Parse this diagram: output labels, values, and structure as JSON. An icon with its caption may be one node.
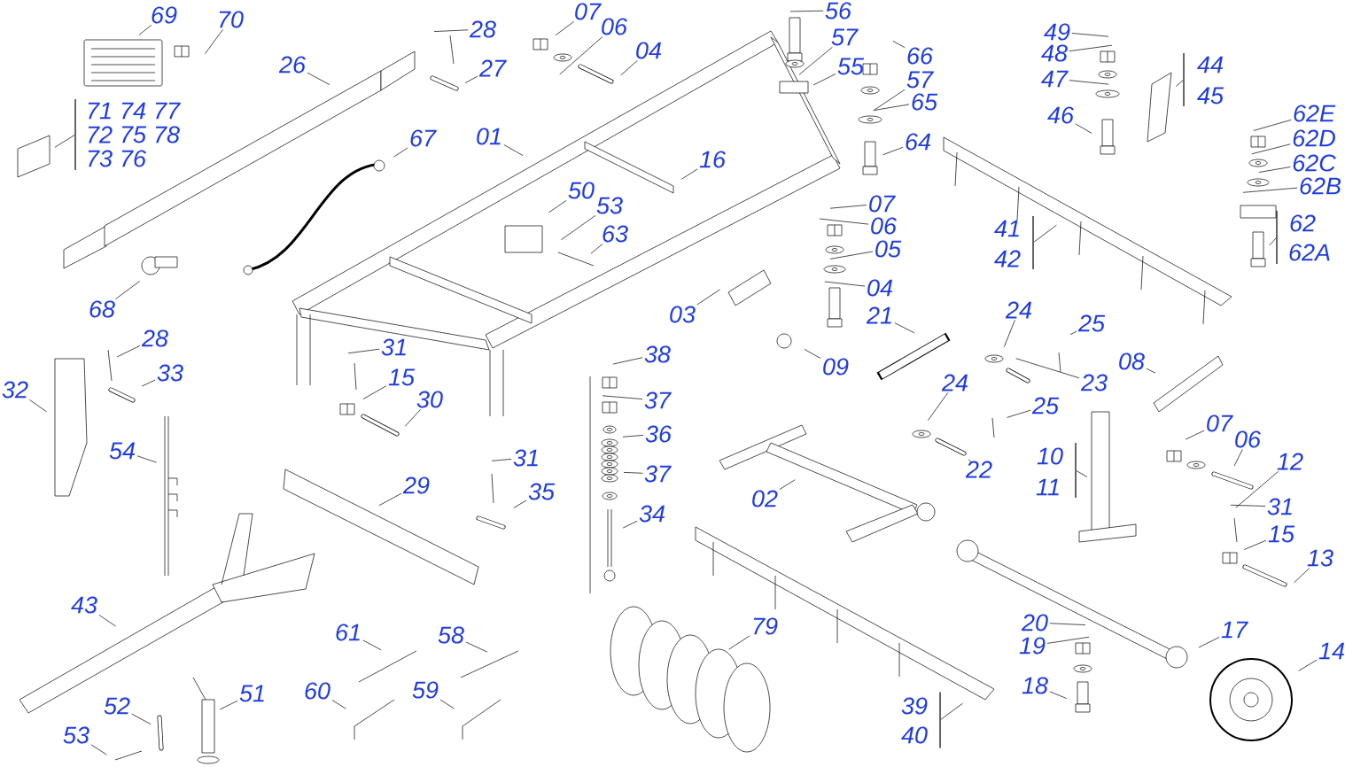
{
  "diagram": {
    "nodes": [
      {
        "text": [
          "69"
        ]
      },
      {
        "text": [
          "70"
        ]
      },
      {
        "text": [
          "28"
        ]
      },
      {
        "text": [
          "27"
        ]
      },
      {
        "text": [
          "26"
        ]
      },
      {
        "text": [
          "07"
        ]
      },
      {
        "text": [
          "06"
        ]
      },
      {
        "text": [
          "04"
        ]
      },
      {
        "text": [
          "56"
        ]
      },
      {
        "text": [
          "57"
        ]
      },
      {
        "text": [
          "55"
        ]
      },
      {
        "text": [
          "66"
        ]
      },
      {
        "text": [
          "57"
        ]
      },
      {
        "text": [
          "65"
        ]
      },
      {
        "text": [
          "64"
        ]
      },
      {
        "text": [
          "49"
        ]
      },
      {
        "text": [
          "48"
        ]
      },
      {
        "text": [
          "47"
        ]
      },
      {
        "text": [
          "46"
        ]
      },
      {
        "text": [
          "44"
        ]
      },
      {
        "text": [
          "45"
        ]
      },
      {
        "text": [
          "62E"
        ]
      },
      {
        "text": [
          "62D"
        ]
      },
      {
        "text": [
          "62C"
        ]
      },
      {
        "text": [
          "62B"
        ]
      },
      {
        "text": [
          "62"
        ]
      },
      {
        "text": [
          "62A"
        ]
      },
      {
        "text": [
          "71"
        ]
      },
      {
        "text": [
          "74"
        ]
      },
      {
        "text": [
          "77"
        ]
      },
      {
        "text": [
          "72"
        ]
      },
      {
        "text": [
          "75"
        ]
      },
      {
        "text": [
          "78"
        ]
      },
      {
        "text": [
          "73"
        ]
      },
      {
        "text": [
          "76"
        ]
      },
      {
        "text": [
          "67"
        ]
      },
      {
        "text": [
          "01"
        ]
      },
      {
        "text": [
          "16"
        ]
      },
      {
        "text": [
          "50"
        ]
      },
      {
        "text": [
          "53"
        ]
      },
      {
        "text": [
          "63"
        ]
      },
      {
        "text": [
          "68"
        ]
      },
      {
        "text": [
          "07"
        ]
      },
      {
        "text": [
          "06"
        ]
      },
      {
        "text": [
          "05"
        ]
      },
      {
        "text": [
          "04"
        ]
      },
      {
        "text": [
          "03"
        ]
      },
      {
        "text": [
          "09"
        ]
      },
      {
        "text": [
          "21"
        ]
      },
      {
        "text": [
          "24"
        ]
      },
      {
        "text": [
          "25"
        ]
      },
      {
        "text": [
          "23"
        ]
      },
      {
        "text": [
          "08"
        ]
      },
      {
        "text": [
          "24"
        ]
      },
      {
        "text": [
          "25"
        ]
      },
      {
        "text": [
          "22"
        ]
      },
      {
        "text": [
          "28"
        ]
      },
      {
        "text": [
          "33"
        ]
      },
      {
        "text": [
          "32"
        ]
      },
      {
        "text": [
          "31"
        ]
      },
      {
        "text": [
          "15"
        ]
      },
      {
        "text": [
          "30"
        ]
      },
      {
        "text": [
          "38"
        ]
      },
      {
        "text": [
          "37"
        ]
      },
      {
        "text": [
          "36"
        ]
      },
      {
        "text": [
          "37"
        ]
      },
      {
        "text": [
          "34"
        ]
      },
      {
        "text": [
          "54"
        ]
      },
      {
        "text": [
          "29"
        ]
      },
      {
        "text": [
          "31"
        ]
      },
      {
        "text": [
          "35"
        ]
      },
      {
        "text": [
          "02"
        ]
      },
      {
        "text": [
          "10"
        ]
      },
      {
        "text": [
          "11"
        ]
      },
      {
        "text": [
          "07"
        ]
      },
      {
        "text": [
          "06"
        ]
      },
      {
        "text": [
          "12"
        ]
      },
      {
        "text": [
          "31"
        ]
      },
      {
        "text": [
          "15"
        ]
      },
      {
        "text": [
          "13"
        ]
      },
      {
        "text": [
          "41"
        ]
      },
      {
        "text": [
          "42"
        ]
      },
      {
        "text": [
          "43"
        ]
      },
      {
        "text": [
          "61"
        ]
      },
      {
        "text": [
          "58"
        ]
      },
      {
        "text": [
          "79"
        ]
      },
      {
        "text": [
          "17"
        ]
      },
      {
        "text": [
          "14"
        ]
      },
      {
        "text": [
          "20"
        ]
      },
      {
        "text": [
          "19"
        ]
      },
      {
        "text": [
          "18"
        ]
      },
      {
        "text": [
          "39"
        ]
      },
      {
        "text": [
          "40"
        ]
      },
      {
        "text": [
          "60"
        ]
      },
      {
        "text": [
          "59"
        ]
      },
      {
        "text": [
          "52"
        ]
      },
      {
        "text": [
          "51"
        ]
      },
      {
        "text": [
          "53"
        ]
      },
      {
        "text": [],
        "shape": "bar"
      },
      {
        "text": [],
        "shape": "bar"
      },
      {
        "text": [],
        "shape": "bar"
      },
      {
        "text": [],
        "shape": "bar"
      },
      {
        "text": [],
        "shape": "bar"
      },
      {
        "text": [],
        "shape": "bar"
      }
    ],
    "edges": [
      {
        "from": 0,
        "to": null,
        "arrow": "none"
      },
      {
        "from": 1,
        "to": null,
        "arrow": "none"
      },
      {
        "from": 2,
        "to": null,
        "arrow": "none"
      },
      {
        "from": 3,
        "to": null,
        "arrow": "none"
      },
      {
        "from": 4,
        "to": null,
        "arrow": "none"
      },
      {
        "from": 5,
        "to": null,
        "arrow": "none"
      },
      {
        "from": 6,
        "to": null,
        "arrow": "none"
      },
      {
        "from": 7,
        "to": null,
        "arrow": "none"
      },
      {
        "from": 8,
        "to": null,
        "arrow": "none"
      },
      {
        "from": 9,
        "to": null,
        "arrow": "none"
      },
      {
        "from": 10,
        "to": null,
        "arrow": "none"
      },
      {
        "from": 11,
        "to": null,
        "arrow": "none"
      },
      {
        "from": 12,
        "to": null,
        "arrow": "none"
      },
      {
        "from": 13,
        "to": null,
        "arrow": "none"
      },
      {
        "from": 14,
        "to": null,
        "arrow": "none"
      },
      {
        "from": 15,
        "to": null,
        "arrow": "none"
      },
      {
        "from": 16,
        "to": null,
        "arrow": "none"
      },
      {
        "from": 17,
        "to": null,
        "arrow": "none"
      },
      {
        "from": 18,
        "to": null,
        "arrow": "none"
      },
      {
        "from": 21,
        "to": null,
        "arrow": "none"
      },
      {
        "from": 22,
        "to": null,
        "arrow": "none"
      },
      {
        "from": 23,
        "to": null,
        "arrow": "none"
      },
      {
        "from": 24,
        "to": null,
        "arrow": "none"
      },
      {
        "from": 35,
        "to": null,
        "arrow": "none"
      },
      {
        "from": 36,
        "to": null,
        "arrow": "none"
      },
      {
        "from": 37,
        "to": null,
        "arrow": "none"
      },
      {
        "from": 38,
        "to": null,
        "arrow": "none"
      },
      {
        "from": 39,
        "to": null,
        "arrow": "none"
      },
      {
        "from": 40,
        "to": null,
        "arrow": "none"
      },
      {
        "from": 41,
        "to": null,
        "arrow": "none"
      },
      {
        "from": 42,
        "to": null,
        "arrow": "none"
      },
      {
        "from": 43,
        "to": null,
        "arrow": "none"
      },
      {
        "from": 44,
        "to": null,
        "arrow": "none"
      },
      {
        "from": 45,
        "to": null,
        "arrow": "none"
      },
      {
        "from": 46,
        "to": null,
        "arrow": "none"
      },
      {
        "from": 47,
        "to": null,
        "arrow": "none"
      },
      {
        "from": 48,
        "to": null,
        "arrow": "none"
      },
      {
        "from": 49,
        "to": null,
        "arrow": "none"
      },
      {
        "from": 50,
        "to": null,
        "arrow": "none"
      },
      {
        "from": 51,
        "to": null,
        "arrow": "none"
      },
      {
        "from": 52,
        "to": null,
        "arrow": "none"
      },
      {
        "from": 53,
        "to": null,
        "arrow": "none"
      },
      {
        "from": 54,
        "to": null,
        "arrow": "none"
      },
      {
        "from": 55,
        "to": null,
        "arrow": "none"
      },
      {
        "from": 56,
        "to": null,
        "arrow": "none"
      },
      {
        "from": 57,
        "to": null,
        "arrow": "none"
      },
      {
        "from": 58,
        "to": null,
        "arrow": "none"
      },
      {
        "from": 59,
        "to": null,
        "arrow": "none"
      },
      {
        "from": 60,
        "to": null,
        "arrow": "none"
      },
      {
        "from": 61,
        "to": null,
        "arrow": "none"
      },
      {
        "from": 62,
        "to": null,
        "arrow": "none"
      },
      {
        "from": 63,
        "to": null,
        "arrow": "none"
      },
      {
        "from": 64,
        "to": null,
        "arrow": "none"
      },
      {
        "from": 65,
        "to": null,
        "arrow": "none"
      },
      {
        "from": 66,
        "to": null,
        "arrow": "none"
      },
      {
        "from": 67,
        "to": null,
        "arrow": "none"
      },
      {
        "from": 68,
        "to": null,
        "arrow": "none"
      },
      {
        "from": 69,
        "to": null,
        "arrow": "none"
      },
      {
        "from": 70,
        "to": null,
        "arrow": "none"
      },
      {
        "from": 71,
        "to": null,
        "arrow": "none"
      },
      {
        "from": 74,
        "to": null,
        "arrow": "none"
      },
      {
        "from": 75,
        "to": null,
        "arrow": "none"
      },
      {
        "from": 76,
        "to": null,
        "arrow": "none"
      },
      {
        "from": 77,
        "to": null,
        "arrow": "none"
      },
      {
        "from": 78,
        "to": null,
        "arrow": "none"
      },
      {
        "from": 79,
        "to": null,
        "arrow": "none"
      },
      {
        "from": 82,
        "to": null,
        "arrow": "none"
      },
      {
        "from": 83,
        "to": null,
        "arrow": "none"
      },
      {
        "from": 84,
        "to": null,
        "arrow": "none"
      },
      {
        "from": 85,
        "to": null,
        "arrow": "none"
      },
      {
        "from": 86,
        "to": null,
        "arrow": "none"
      },
      {
        "from": 87,
        "to": null,
        "arrow": "none"
      },
      {
        "from": 88,
        "to": null,
        "arrow": "none"
      },
      {
        "from": 89,
        "to": null,
        "arrow": "none"
      },
      {
        "from": 90,
        "to": null,
        "arrow": "none"
      },
      {
        "from": 93,
        "to": null,
        "arrow": "none"
      },
      {
        "from": 94,
        "to": null,
        "arrow": "none"
      },
      {
        "from": 95,
        "to": null,
        "arrow": "none"
      },
      {
        "from": 96,
        "to": null,
        "arrow": "none"
      },
      {
        "from": 97,
        "to": null,
        "arrow": "none"
      },
      {
        "from": 98,
        "to": null,
        "arrow": "none"
      },
      {
        "from": 99,
        "to": null,
        "arrow": "none"
      },
      {
        "from": 100,
        "to": null,
        "arrow": "none"
      },
      {
        "from": 101,
        "to": null,
        "arrow": "none"
      },
      {
        "from": 102,
        "to": null,
        "arrow": "none"
      },
      {
        "from": 103,
        "to": null,
        "arrow": "none"
      }
    ]
  }
}
